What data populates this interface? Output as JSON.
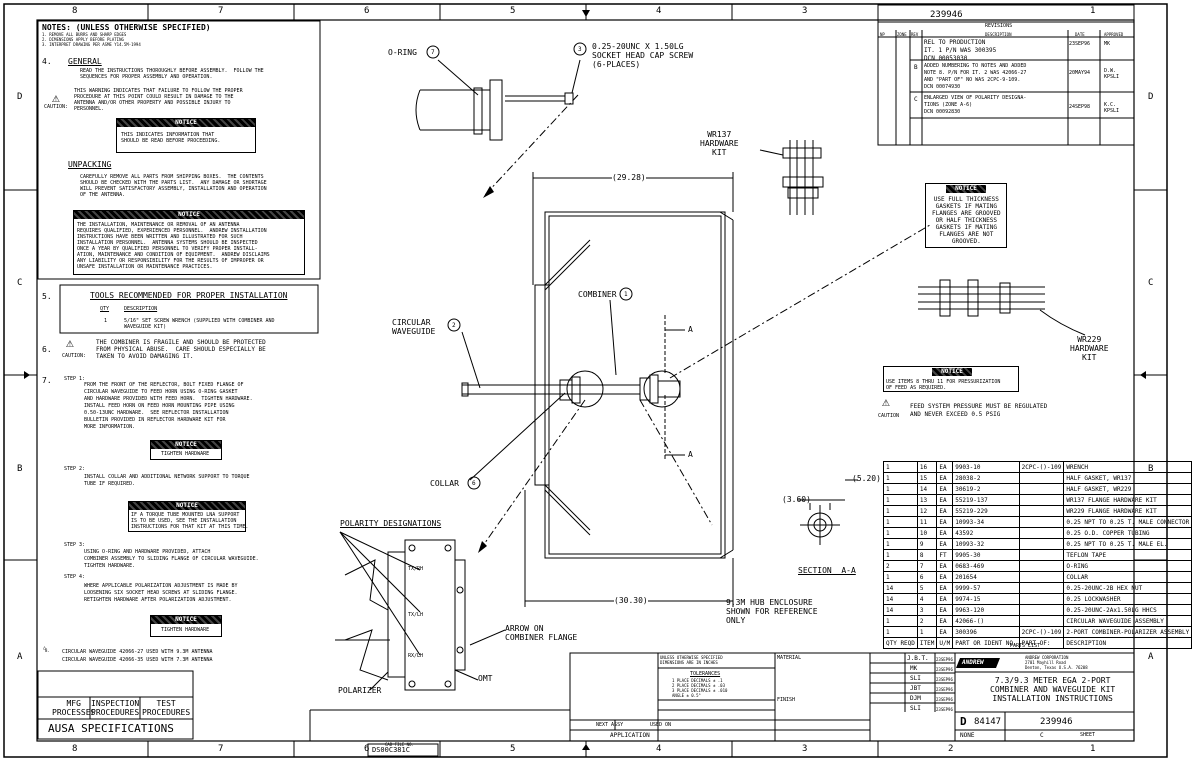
{
  "border": {
    "top_zones": [
      "8",
      "7",
      "6",
      "5",
      "4",
      "3",
      "2",
      "1"
    ],
    "side_zones": [
      "D",
      "C",
      "B",
      "A"
    ]
  },
  "drawing_number": "239946",
  "notes": {
    "header": "NOTES: (UNLESS OTHERWISE SPECIFIED)",
    "general_lines": [
      "1. REMOVE ALL BURRS AND SHARP EDGES",
      "2. DIMENSIONS APPLY BEFORE PLATING",
      "3. INTERPRET DRAWING PER ASME Y14.5M-1994"
    ],
    "n4_num": "4.",
    "n4_title": "GENERAL",
    "n4_text": "READ THE INSTRUCTIONS THOROUGHLY BEFORE ASSEMBLY.  FOLLOW THE\nSEQUENCES FOR PROPER ASSEMBLY AND OPERATION.",
    "caution_label": "CAUTION:",
    "caution_text": "THIS WARNING INDICATES THAT FAILURE TO FOLLOW THE PROPER\nPROCEDURE AT THIS POINT COULD RESULT IN DAMAGE TO THE\nANTENNA AND/OR OTHER PROPERTY AND POSSIBLE INJURY TO\nPERSONNEL.",
    "notice_label": "NOTICE",
    "notice_text": "THIS INDICATES INFORMATION THAT\nSHOULD BE READ BEFORE PROCEEDING.",
    "unpacking_title": "UNPACKING",
    "unpacking_text": "CAREFULLY REMOVE ALL PARTS FROM SHIPPING BOXES.  THE CONTENTS\nSHOULD BE CHECKED WITH THE PARTS LIST.  ANY DAMAGE OR SHORTAGE\nWILL PREVENT SATISFACTORY ASSEMBLY, INSTALLATION AND OPERATION\nOF THE ANTENNA.",
    "warning_label": "NOTICE",
    "warning_text": "THE INSTALLATION, MAINTENANCE OR REMOVAL OF AN ANTENNA\nREQUIRES QUALIFIED, EXPERIENCED PERSONNEL.  ANDREW INSTALLATION\nINSTRUCTIONS HAVE BEEN WRITTEN AND ILLUSTRATED FOR SUCH\nINSTALLATION PERSONNEL.  ANTENNA SYSTEMS SHOULD BE INSPECTED\nONCE A YEAR BY QUALIFIED PERSONNEL TO VERIFY PROPER INSTALL-\nATION, MAINTENANCE AND CONDITION OF EQUIPMENT.  ANDREW DISCLAIMS\nANY LIABILITY OR RESPONSIBILITY FOR THE RESULTS OF IMPROPER OR\nUNSAFE INSTALLATION OR MAINTENANCE PRACTICES.",
    "n5_num": "5.",
    "tools_title": "TOOLS RECOMMENDED FOR PROPER INSTALLATION",
    "tools_qty_hdr": "QTY",
    "tools_desc_hdr": "DESCRIPTION",
    "tools_qty": "1",
    "tools_desc": "5/16\" SET SCREW WRENCH (SUPPLIED WITH COMBINER AND\nWAVEGUIDE KIT)",
    "n6_num": "6.",
    "n6_caution": "CAUTION:",
    "n6_text": "THE COMBINER IS FRAGILE AND SHOULD BE PROTECTED\nFROM PHYSICAL ABUSE.  CARE SHOULD ESPECIALLY BE\nTAKEN TO AVOID DAMAGING IT.",
    "n7_num": "7.",
    "step1_label": "STEP 1:",
    "step1_text": "FROM THE FRONT OF THE REFLECTOR, BOLT FIXED FLANGE OF\nCIRCULAR WAVEGUIDE TO FEED HORN USING O-RING GASKET\nAND HARDWARE PROVIDED WITH FEED HORN.  TIGHTEN HARDWARE.\nINSTALL FEED HORN ON FEED HORN MOUNTING PIPE USING\n0.50-13UNC HARDWARE.  SEE REFLECTOR INSTALLATION\nBULLETIN PROVIDED IN REFLECTOR HARDWARE KIT FOR\nMORE INFORMATION.",
    "tighten_label": "NOTICE",
    "tighten_text": "TIGHTEN HARDWARE",
    "step2_label": "STEP 2:",
    "step2_text": "INSTALL COLLAR AND ADDITIONAL NETWORK SUPPORT TO TORQUE\nTUBE IF REQUIRED.",
    "step2_notice_label": "NOTICE",
    "step2_notice_text": "IF A TORQUE TUBE MOUNTED LNA SUPPORT\nIS TO BE USED, SEE THE INSTALLATION\nINSTRUCTIONS FOR THAT KIT AT THIS TIME.",
    "step3_label": "STEP 3:",
    "step3_text": "USING O-RING AND HARDWARE PROVIDED, ATTACH\nCOMBINER ASSEMBLY TO SLIDING FLANGE OF CIRCULAR WAVEGUIDE.\nTIGHTEN HARDWARE.",
    "step4_label": "STEP 4:",
    "step4_text": "WHERE APPLICABLE POLARIZATION ADJUSTMENT IS MADE BY\nLOOSENING SIX SOCKET HEAD SCREWS AT SLIDING FLANGE.\nRETIGHTEN HARDWARE AFTER POLARIZATION ADJUSTMENT.",
    "tighten2_label": "NOTICE",
    "tighten2_text": "TIGHTEN HARDWARE",
    "n8_tag": "8.",
    "n8_text": "CIRCULAR WAVEGUIDE 42066-27 USED WITH 9.3M ANTENNA\nCIRCULAR WAVEGUIDE 42066-35 USED WITH 7.3M ANTENNA"
  },
  "left_bottom_table": {
    "mfg": "MFG\nPROCESSES",
    "inspection": "INSPECTION\nPROCEDURES",
    "test": "TEST\nPROCEDURES",
    "specs": "AUSA SPECIFICATIONS"
  },
  "callouts": {
    "oring": "O-RING",
    "oring_num": "7",
    "capscrew": "0.25-20UNC X 1.50LG\nSOCKET HEAD CAP SCREW\n(6-PLACES)",
    "capscrew_num": "3",
    "wr137": "WR137\nHARDWARE\nKIT",
    "combiner": "COMBINER",
    "combiner_num": "1",
    "circ_wg": "CIRCULAR\nWAVEGUIDE",
    "circ_wg_num": "2",
    "collar": "COLLAR",
    "collar_num": "6",
    "wr229": "WR229\nHARDWARE\nKIT",
    "dim_top": "(29.28)",
    "dim_bottom": "(30.30)",
    "dim_360": "(3.60)",
    "dim_520": "(5.20)",
    "section_a": "A",
    "section_label": "SECTION  A-A",
    "hub": "9.3M HUB ENCLOSURE\nSHOWN FOR REFERENCE\nONLY",
    "polarity": "POLARITY DESIGNATIONS",
    "arrow_flange": "ARROW ON\nCOMBINER FLANGE",
    "omt": "OMT",
    "polarizer": "POLARIZER",
    "port_tx": "TX/RH",
    "port_tx2": "TX/LH",
    "port_rx": "RX/LH"
  },
  "notice_gaskets": {
    "label": "NOTICE",
    "text": "USE FULL THICKNESS\nGASKETS IF MATING\nFLANGES ARE GROOVED\nOR HALF THICKNESS\nGASKETS IF MATING\nFLANGES ARE NOT\nGROOVED."
  },
  "notice_items": {
    "label": "NOTICE",
    "text": "USE ITEMS 8 THRU 11 FOR PRESSURIZATION\nOF FEED AS REQUIRED.",
    "caution": "CAUTION",
    "caution_text": "FEED SYSTEM PRESSURE MUST BE REGULATED\nAND NEVER EXCEED 0.5 PSIG"
  },
  "revisions": {
    "title": "REVISIONS",
    "headers": [
      "NP",
      "ZONE",
      "REV",
      "DESCRIPTION",
      "DATE",
      "APPROVED"
    ],
    "rows": [
      {
        "rev": "",
        "desc": "REL TO PRODUCTION\nIT. 1 P/N WAS 300395\nDCN 00053030",
        "date": "23SEP96",
        "appr": "MK"
      },
      {
        "rev": "B",
        "desc": "ADDED NUMBERING TO NOTES AND ADDED\nNOTE 8. P/N FOR IT. 2 WAS 42066-27\nAND \"PART OF\" NO WAS 2CPC-9-109.\nDCN 00074930",
        "date": "20MAY94",
        "appr": "D.W.\nKPSLI"
      },
      {
        "rev": "C",
        "desc": "ENLARGED VIEW OF POLARITY DESIGNA-\nTIONS (ZONE A-6)\nDCN 00092830",
        "date": "24SEP98",
        "appr": "K.C.\nKPSLI"
      }
    ]
  },
  "bom": {
    "rows": [
      [
        "1",
        "16",
        "EA",
        "9903-10",
        "2CPC-()-109",
        "WRENCH"
      ],
      [
        "1",
        "15",
        "EA",
        "28038-2",
        "",
        "HALF GASKET, WR137"
      ],
      [
        "1",
        "14",
        "EA",
        "30619-2",
        "",
        "HALF GASKET, WR229"
      ],
      [
        "1",
        "13",
        "EA",
        "55219-137",
        "",
        "WR137 FLANGE HARDWARE KIT"
      ],
      [
        "1",
        "12",
        "EA",
        "55219-229",
        "",
        "WR229 FLANGE HARDWARE KIT"
      ],
      [
        "1",
        "11",
        "EA",
        "10993-34",
        "",
        "0.25 NPT TO 0.25 T. MALE CONNECTOR"
      ],
      [
        "1",
        "10",
        "EA",
        "43592",
        "",
        "0.25 O.D. COPPER TUBING"
      ],
      [
        "1",
        "9",
        "EA",
        "10993-32",
        "",
        "0.25 NPT TO 0.25 T. MALE EL."
      ],
      [
        "1",
        "8",
        "FT",
        "9905-30",
        "",
        "TEFLON TAPE"
      ],
      [
        "2",
        "7",
        "EA",
        "0683-469",
        "",
        "O-RING"
      ],
      [
        "1",
        "6",
        "EA",
        "201654",
        "",
        "COLLAR"
      ],
      [
        "14",
        "5",
        "EA",
        "9999-57",
        "",
        "0.25-20UNC-2B HEX NUT"
      ],
      [
        "14",
        "4",
        "EA",
        "9974-15",
        "",
        "0.25 LOCKWASHER"
      ],
      [
        "14",
        "3",
        "EA",
        "9963-120",
        "",
        "0.25-20UNC-2Ax1.50LG HHCS"
      ],
      [
        "1",
        "2",
        "EA",
        "42066-()",
        "",
        "CIRCULAR WAVEGUIDE ASSEMBLY"
      ],
      [
        "1",
        "1",
        "EA",
        "300396",
        "2CPC-()-109",
        "2-PORT COMBINER-POLARIZER ASSEMBLY"
      ]
    ],
    "footer": [
      "QTY REQD",
      "ITEM",
      "U/M",
      "PART OR\nIDENT NO.",
      "PART OF:",
      "DESCRIPTION"
    ],
    "parts_list": "PARTS LIST"
  },
  "title_block": {
    "unless": "UNLESS OTHERWISE SPECIFIED\nDIMENSIONS ARE IN INCHES",
    "tolerances": "TOLERANCES",
    "tol_lines": "1 PLACE DECIMALS ± .1\n2 PLACE DECIMALS ± .03\n3 PLACE DECIMALS ± .010\nANGLE ± 0.5°",
    "material": "MATERIAL",
    "finish": "FINISH",
    "drawn": "J.B.T.",
    "drawn_date": "23SEP96",
    "checked": "MK",
    "approvals": [
      "SLI",
      "JBT",
      "DJM",
      "SLI"
    ],
    "approvals_dates": [
      "23SEP96",
      "23SEP96",
      "23SEP96",
      "23SEP96"
    ],
    "company": "ANDREW CORPORATION\n2701 Mayhill Road\nDenton, Texas U.S.A. 76208",
    "logo": "ANDREW",
    "title": "7.3/9.3 METER EGA 2-PORT\nCOMBINER AND WAVEGUIDE KIT\nINSTALLATION INSTRUCTIONS",
    "size": "D",
    "cage": "84147",
    "dwg_no": "239946",
    "scale": "NONE",
    "sheet_hdr": "SHEET",
    "rev": "C",
    "next_assy": "NEXT ASSY",
    "used_on": "USED ON",
    "application": "APPLICATION",
    "file": "DS00C381C",
    "file_label": "CAD FILE NO."
  }
}
